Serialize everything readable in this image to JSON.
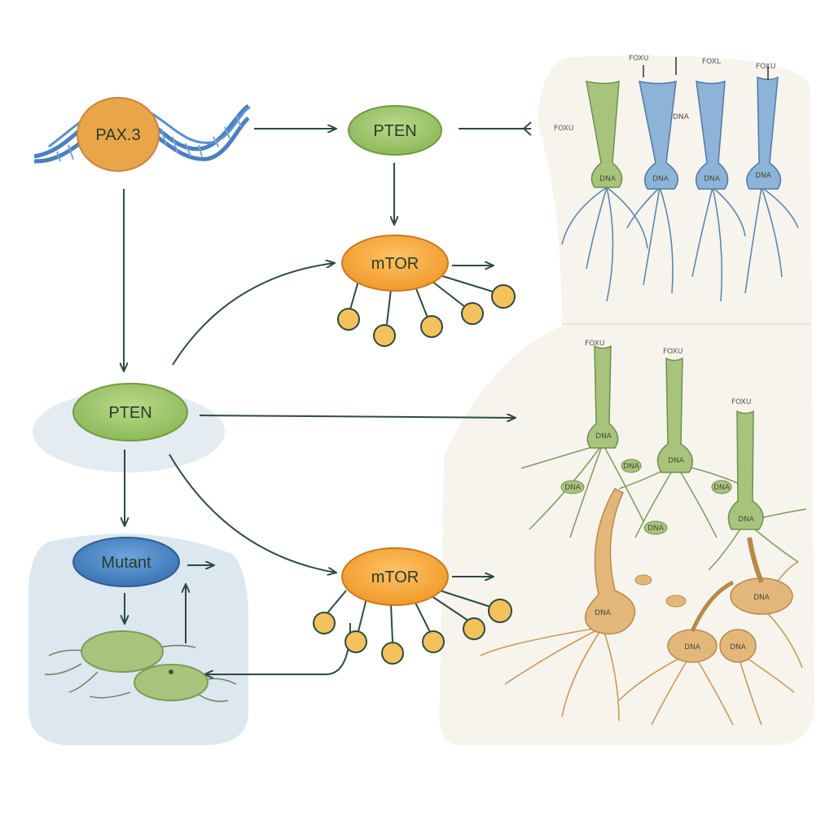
{
  "nodes": {
    "gene": "PAX.3",
    "pten_top": "PTEN",
    "mtor_top": "mTOR",
    "pten_mid": "PTEN",
    "mutant": "Mutant",
    "mtor_bottom": "mTOR"
  },
  "top_neurons": {
    "header_labels": [
      "FOXU",
      "FOXL",
      "FOXU"
    ],
    "side_label": "FOXU",
    "soma_labels": [
      "DNA",
      "DNA",
      "DNA",
      "DNA"
    ],
    "axon_label": "DNA"
  },
  "middle_neurons": {
    "header_labels": [
      "FOXU",
      "FOXU",
      "FOXU"
    ],
    "soma_labels": [
      "DNA",
      "DNA",
      "DNA"
    ],
    "branch_labels": [
      "DNA",
      "DNA",
      "DNA",
      "DNA"
    ]
  },
  "bottom_neurons": {
    "soma_labels": [
      "DNA",
      "DNA",
      "DNA",
      "DNA"
    ]
  },
  "colors": {
    "green_node": "#9dc46a",
    "orange_node": "#f5a43a",
    "blue_node": "#4a86c4",
    "dna_blue": "#4a7fc0",
    "gene_orange": "#e8a54a",
    "neuron_blue": "#8db3d8",
    "neuron_green": "#a8c47c",
    "neuron_tan": "#e3b77a",
    "arrow": "#2e4a42",
    "panel_bg": "#f7f4ee"
  }
}
